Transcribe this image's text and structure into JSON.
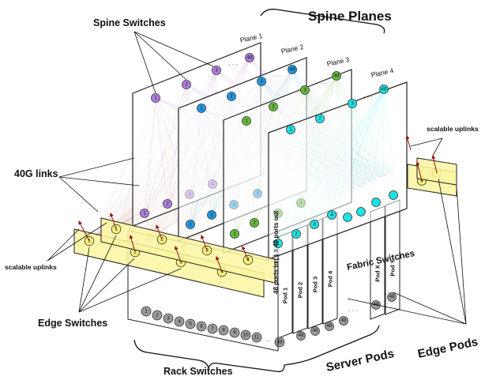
{
  "titles": {
    "spine_planes": "Spine Planes",
    "spine_switches": "Spine Switches",
    "links": "40G links",
    "uplinks_left": "scalable uplinks",
    "uplinks_right": "scalable uplinks",
    "edge_switches": "Edge Switches",
    "rack_switches": "Rack Switches",
    "server_pods": "Server Pods",
    "edge_pods": "Edge Pods",
    "fabric_switches": "Fabric Switches",
    "ports_note": "48 ports in (    ) = 48 ports out"
  },
  "planes": [
    "Plane 1",
    "Plane 2",
    "Plane 3",
    "Plane 4"
  ],
  "pods": [
    "Pod 1",
    "Pod 2",
    "Pod 3",
    "Pod 4",
    "Pod X",
    "Pod Y"
  ],
  "spine_labels": [
    "1",
    "2",
    "3",
    "48"
  ],
  "rack_labels": [
    "1",
    "2",
    "3",
    "4",
    "5",
    "6",
    "7",
    "8",
    "9",
    "10",
    "11",
    "48"
  ],
  "edge_labels": [
    "1",
    "2",
    "3",
    "4"
  ],
  "fabric_labels": [
    "1",
    "2",
    "3",
    "4"
  ],
  "pod_rack_last": "48",
  "ellipsis": "· · ·",
  "colors": {
    "plane1": "#b07fe0",
    "plane2": "#1e9be6",
    "plane3": "#67bb3c",
    "plane4": "#1de4e4",
    "edge": "#f5f07a",
    "edge_panel": "#fbf6a0",
    "rack": "#9a9a9a",
    "uplink": "#9b1010"
  }
}
